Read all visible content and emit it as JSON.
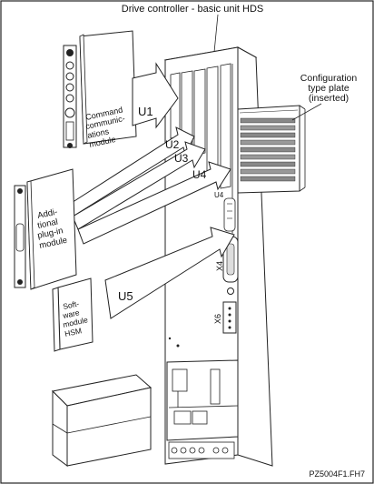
{
  "diagram": {
    "title": "Drive controller - basic unit HDS",
    "config_plate_label": [
      "Configuration",
      "type plate",
      "(inserted)"
    ],
    "command_module_label": [
      "Command",
      "communic-",
      "ations",
      "module"
    ],
    "plugin_module_label": [
      "Addi-",
      "tional",
      "plug-in",
      "module"
    ],
    "software_module_label": [
      "Soft-",
      "ware",
      "module",
      "HSM"
    ],
    "slots": [
      "U1",
      "U2",
      "U3",
      "U4",
      "U5"
    ],
    "slot_small_label": "U4",
    "connectors": [
      "X4",
      "X6"
    ],
    "figure_id": "PZ5004F1.FH7"
  }
}
